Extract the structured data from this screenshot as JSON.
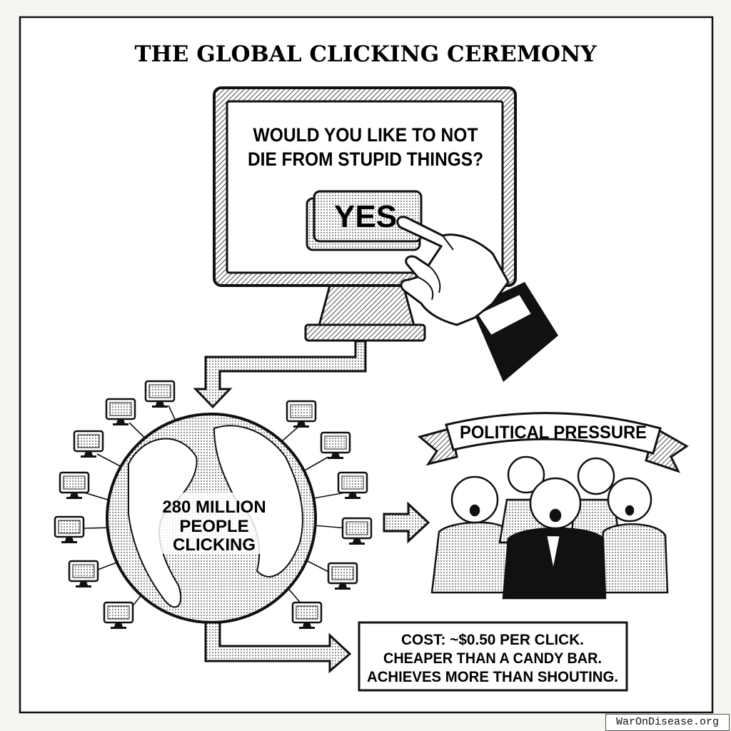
{
  "title": "THE GLOBAL CLICKING CEREMONY",
  "monitor": {
    "question_line1": "WOULD YOU LIKE TO NOT",
    "question_line2": "DIE FROM STUPID THINGS?",
    "button_label": "YES"
  },
  "globe": {
    "line1": "280 MILLION",
    "line2": "PEOPLE",
    "line3": "CLICKING"
  },
  "banner": {
    "label": "POLITICAL PRESSURE"
  },
  "cost_box": {
    "line1": "COST: ~$0.50 PER CLICK.",
    "line2": "CHEAPER THAN A CANDY BAR.",
    "line3": "ACHIEVES MORE THAN SHOUTING."
  },
  "watermark": "WarOnDisease.org"
}
